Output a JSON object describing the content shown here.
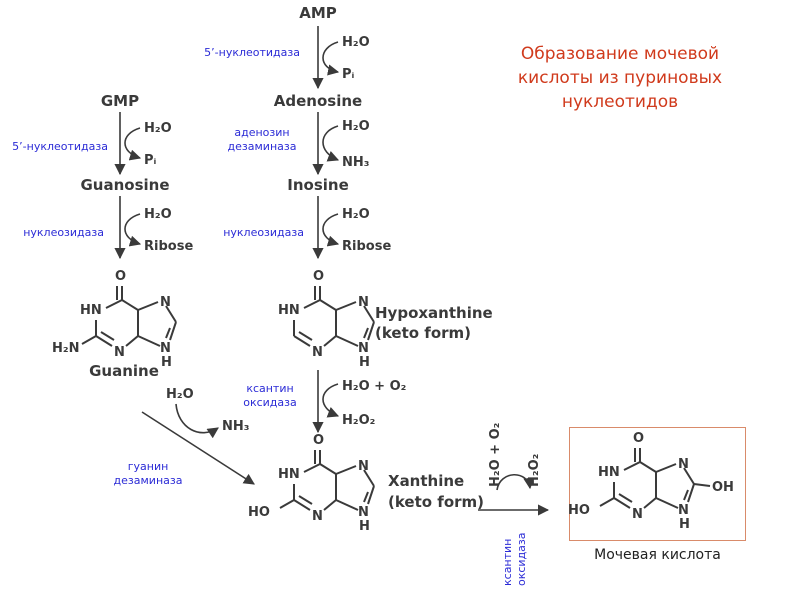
{
  "title": {
    "line1": "Образование мочевой",
    "line2": "кислоты из пуриновых",
    "line3": "нуклеотидов"
  },
  "compounds": {
    "amp": "AMP",
    "gmp": "GMP",
    "adenosine": "Adenosine",
    "guanosine": "Guanosine",
    "inosine": "Inosine",
    "guanine": "Guanine",
    "hypoxanthine_1": "Hypoxanthine",
    "hypoxanthine_2": "(keto form)",
    "xanthine_1": "Xanthine",
    "xanthine_2": "(keto form)",
    "uric_acid": "Мочевая кислота"
  },
  "reagents": {
    "h2o_amp": "H₂O",
    "pi_amp": "Pᵢ",
    "h2o_gmp": "H₂O",
    "pi_gmp": "Pᵢ",
    "h2o_ado": "H₂O",
    "nh3_ado": "NH₃",
    "h2o_guo": "H₂O",
    "ribose_guo": "Ribose",
    "h2o_ino": "H₂O",
    "ribose_ino": "Ribose",
    "h2o_o2_hx": "H₂O + O₂",
    "h2o2_hx": "H₂O₂",
    "h2o_gua": "H₂O",
    "nh3_gua": "NH₃",
    "h2o_o2_xan": "H₂O + O₂",
    "h2o2_xan": "H₂O₂"
  },
  "enzymes": {
    "nucleotidase_amp": "5’-нуклеотидаза",
    "nucleotidase_gmp": "5’-нуклеотидаза",
    "adenosine_deaminase_1": "аденозин",
    "adenosine_deaminase_2": "дезаминаза",
    "nucleosidase_guo": "нуклеозидаза",
    "nucleosidase_ino": "нуклеозидаза",
    "xanthine_oxidase_1_a": "ксантин",
    "xanthine_oxidase_1_b": "оксидаза",
    "guanine_deaminase_1": "гуанин",
    "guanine_deaminase_2": "дезаминаза",
    "xanthine_oxidase_2_a": "ксантин",
    "xanthine_oxidase_2_b": "оксидаза"
  },
  "atoms": {
    "O": "O",
    "N": "N",
    "H": "H",
    "HN": "HN",
    "H2N": "H₂N",
    "HO": "HO",
    "OH": "OH"
  },
  "colors": {
    "title": "#d03a1c",
    "enzyme": "#2b2bd6",
    "uric_box": "#d98b6a"
  }
}
